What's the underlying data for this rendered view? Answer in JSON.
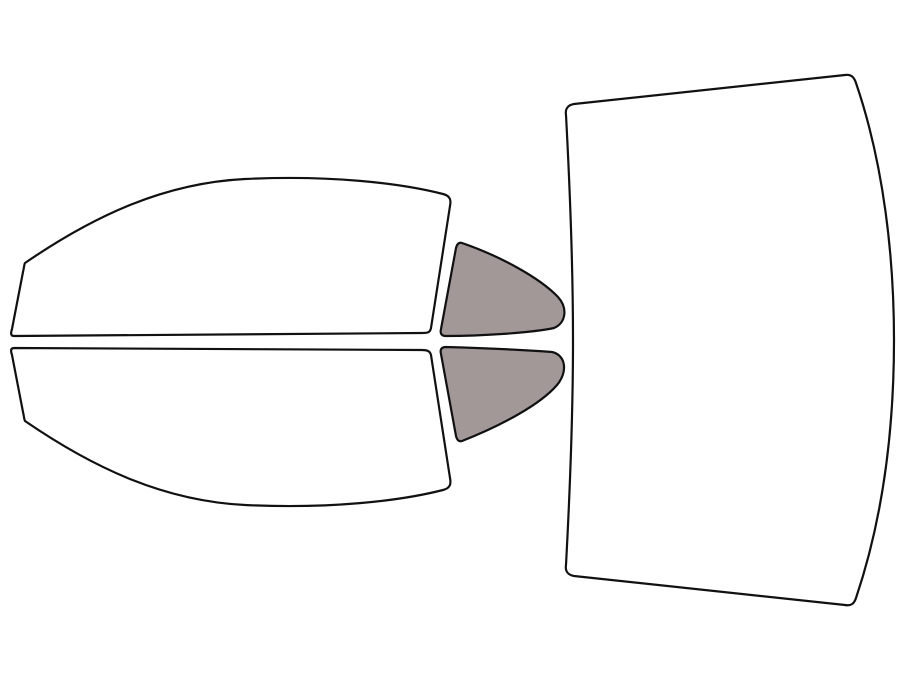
{
  "diagram": {
    "colors": {
      "background": "#ffffff",
      "outline": "#111111",
      "clear_glass": "#ffffff",
      "tinted_glass": "#a39898"
    },
    "panes": [
      {
        "id": "front-door-window-top",
        "tinted": false
      },
      {
        "id": "front-door-window-bottom",
        "tinted": false
      },
      {
        "id": "rear-quarter-window-top",
        "tinted": true
      },
      {
        "id": "rear-quarter-window-bottom",
        "tinted": true
      },
      {
        "id": "rear-windshield",
        "tinted": false
      }
    ]
  }
}
